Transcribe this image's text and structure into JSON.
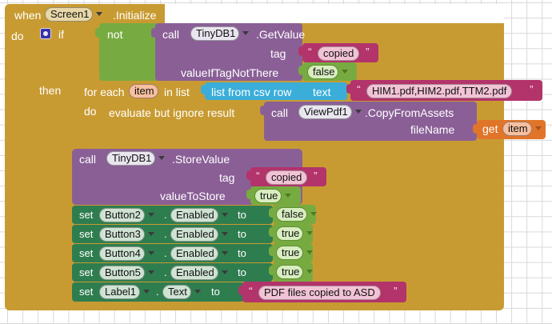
{
  "app": {
    "name": "MIT App Inventor Blocks Editor",
    "canvas": "blocks-workspace"
  },
  "colors": {
    "control": "#c89b32",
    "logic": "#77ab41",
    "component_call": "#8a5f96",
    "text": "#b3336b",
    "list": "#3badd9",
    "setter": "#2e7d4f",
    "variable": "#e0752a",
    "grid": "#d8d8d8",
    "background": "#ffffff"
  },
  "blocks": {
    "event": {
      "keyword": "when",
      "component": "Screen1",
      "method": ".Initialize",
      "body_label": "do"
    },
    "if_block": {
      "keyword": "if",
      "then_label": "then",
      "mutator_icon": "gear-icon"
    },
    "not_block": {
      "label": "not"
    },
    "tinydb_getvalue": {
      "keyword": "call",
      "component": "TinyDB1",
      "method": ".GetValue",
      "args": [
        {
          "name": "tag",
          "value": "copied",
          "kind": "text"
        },
        {
          "name": "valueIfTagNotThere",
          "value": "false",
          "kind": "logic"
        }
      ]
    },
    "for_each": {
      "prefix": "for each",
      "variable": "item",
      "middle": "in list",
      "body_label": "do"
    },
    "list_from_csv_row": {
      "label": "list from csv row",
      "socket": "text",
      "value": "HIM1.pdf,HIM2.pdf,TTM2.pdf"
    },
    "evaluate_but_ignore": {
      "label": "evaluate but ignore result"
    },
    "viewpdf_copyfromassets": {
      "keyword": "call",
      "component": "ViewPdf1",
      "method": ".CopyFromAssets",
      "args": [
        {
          "name": "fileName",
          "getter": "get",
          "variable": "item"
        }
      ]
    },
    "tinydb_storevalue": {
      "keyword": "call",
      "component": "TinyDB1",
      "method": ".StoreValue",
      "args": [
        {
          "name": "tag",
          "value": "copied",
          "kind": "text"
        },
        {
          "name": "valueToStore",
          "value": "true",
          "kind": "logic"
        }
      ]
    },
    "setters": [
      {
        "keyword": "set",
        "component": "Button2",
        "dot": ".",
        "property": "Enabled",
        "to": "to",
        "value": "false",
        "kind": "logic"
      },
      {
        "keyword": "set",
        "component": "Button3",
        "dot": ".",
        "property": "Enabled",
        "to": "to",
        "value": "true",
        "kind": "logic"
      },
      {
        "keyword": "set",
        "component": "Button4",
        "dot": ".",
        "property": "Enabled",
        "to": "to",
        "value": "true",
        "kind": "logic"
      },
      {
        "keyword": "set",
        "component": "Button5",
        "dot": ".",
        "property": "Enabled",
        "to": "to",
        "value": "true",
        "kind": "logic"
      },
      {
        "keyword": "set",
        "component": "Label1",
        "dot": ".",
        "property": "Text",
        "to": "to",
        "value": "PDF files copied to ASD",
        "kind": "text"
      }
    ]
  }
}
